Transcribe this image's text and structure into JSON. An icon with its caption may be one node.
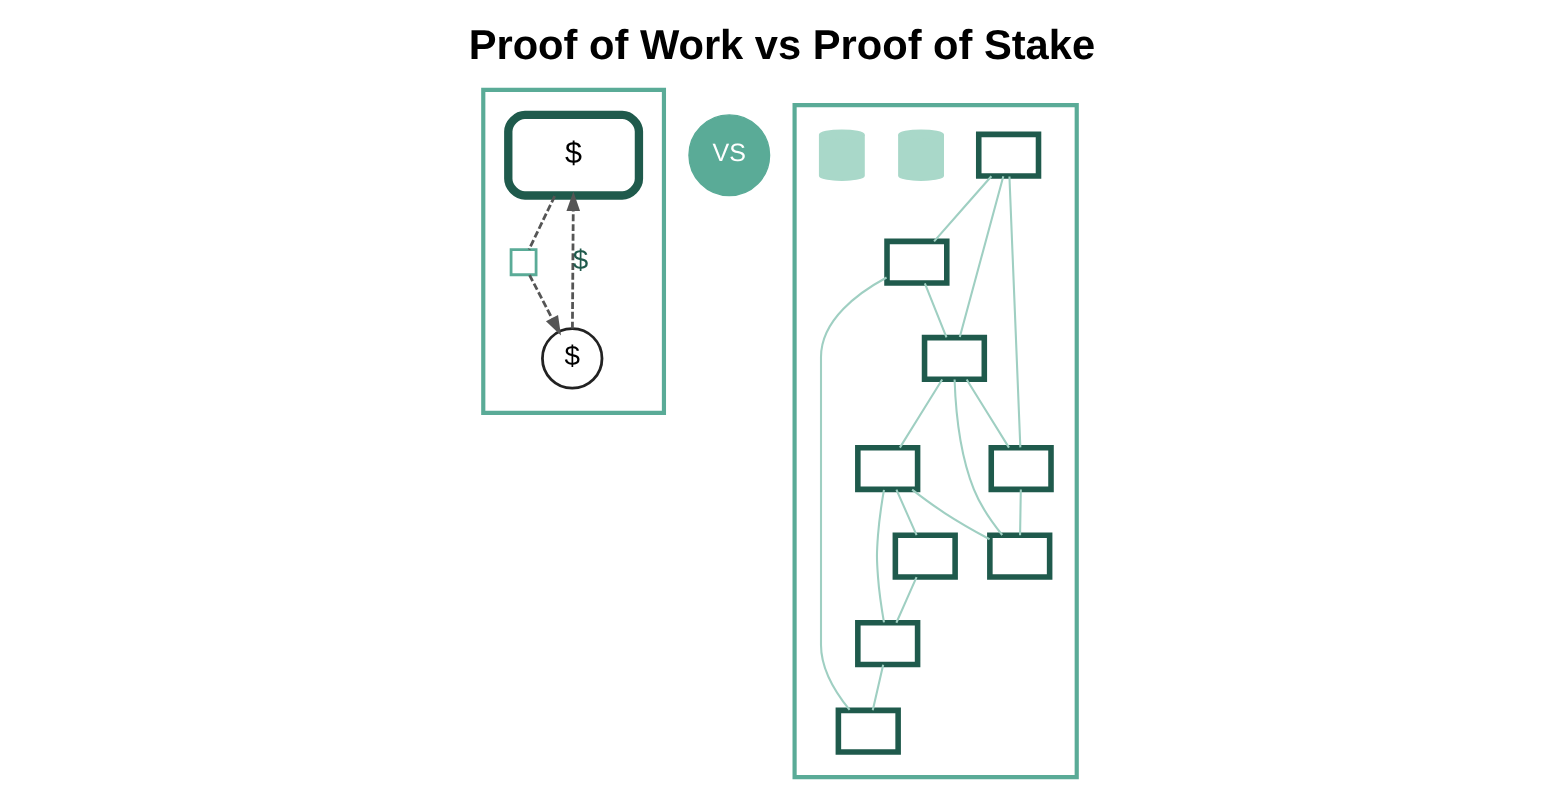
{
  "diagram": {
    "title": "Proof of Work vs Proof of Stake",
    "nodes": [
      {
        "text": [],
        "shape": "box"
      },
      {
        "text": [],
        "shape": "box"
      },
      {
        "text": [
          "$"
        ],
        "in": 0
      },
      {
        "text": [],
        "shape": "box",
        "in": 0
      },
      {
        "text": [
          "$"
        ],
        "in": 0
      },
      {
        "text": [
          "VS"
        ]
      },
      {
        "text": [],
        "shape": "box",
        "in": 1
      },
      {
        "text": [],
        "shape": "box",
        "in": 1
      },
      {
        "text": [],
        "shape": "box",
        "in": 1
      },
      {
        "text": [],
        "shape": "box",
        "in": 1
      },
      {
        "text": [],
        "shape": "box",
        "in": 1
      },
      {
        "text": [],
        "shape": "box",
        "in": 1
      },
      {
        "text": [],
        "shape": "box",
        "in": 1
      },
      {
        "text": [],
        "shape": "box",
        "in": 1
      },
      {
        "text": [],
        "shape": "box",
        "in": 1
      },
      {
        "text": [],
        "shape": "cylinder",
        "in": 1
      },
      {
        "text": [],
        "shape": "cylinder",
        "in": 1
      }
    ],
    "edges": [
      {
        "from": 2,
        "to": 3,
        "arrow": "none",
        "style": "dashed",
        "color": "#555555"
      },
      {
        "from": 3,
        "to": 4,
        "arrow": "to",
        "style": "dashed",
        "color": "#555555"
      },
      {
        "from": 4,
        "to": 2,
        "arrow": "to",
        "style": "dashed",
        "color": "#555555",
        "label": "$"
      },
      {
        "from": 7,
        "to": 6,
        "arrow": "none"
      },
      {
        "from": 6,
        "to": 9,
        "arrow": "none"
      },
      {
        "from": 6,
        "to": 14,
        "arrow": "none"
      },
      {
        "from": 7,
        "to": 9,
        "arrow": "none"
      },
      {
        "from": 7,
        "to": 12,
        "arrow": "none"
      },
      {
        "from": 9,
        "to": 8,
        "arrow": "none"
      },
      {
        "from": 9,
        "to": 12,
        "arrow": "none"
      },
      {
        "from": 9,
        "to": 13,
        "arrow": "none"
      },
      {
        "from": 12,
        "to": 13,
        "arrow": "none"
      },
      {
        "from": 8,
        "to": 13,
        "arrow": "none"
      },
      {
        "from": 8,
        "to": 10,
        "arrow": "none"
      },
      {
        "from": 8,
        "to": 11,
        "arrow": "none"
      },
      {
        "from": 10,
        "to": 11,
        "arrow": "none"
      },
      {
        "from": 11,
        "to": 14,
        "arrow": "none"
      }
    ]
  }
}
